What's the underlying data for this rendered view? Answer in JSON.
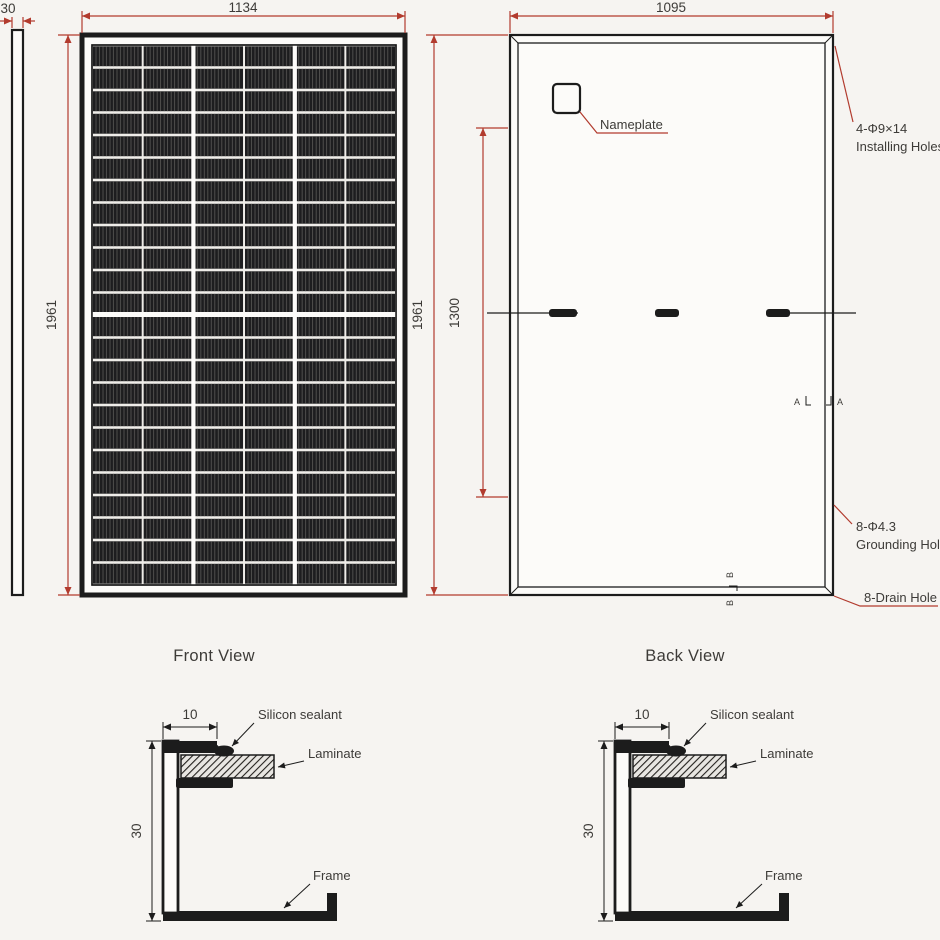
{
  "colors": {
    "bg": "#f6f4f1",
    "line": "#1c1c1c",
    "dimension": "#b23b2e",
    "text": "#3d3b38"
  },
  "side_view": {
    "thickness_dim": "30"
  },
  "front_view": {
    "label": "Front View",
    "width_dim": "1134",
    "height_dim": "1961"
  },
  "back_view": {
    "label": "Back View",
    "width_dim": "1095",
    "height_dim": "1961",
    "hole_spacing_dim": "1300",
    "nameplate_label": "Nameplate",
    "installing_holes": {
      "spec": "4-Φ9×14",
      "label": "Installing Holes"
    },
    "grounding_hole": {
      "spec": "8-Φ4.3",
      "label": "Grounding Hole"
    },
    "drain_hole_label": "8-Drain Hole",
    "section_a": "A",
    "section_b": "B"
  },
  "cross_sections": [
    {
      "top_dim": "10",
      "height_dim": "30",
      "sealant_label": "Silicon sealant",
      "laminate_label": "Laminate",
      "frame_label": "Frame"
    },
    {
      "top_dim": "10",
      "height_dim": "30",
      "sealant_label": "Silicon sealant",
      "laminate_label": "Laminate",
      "frame_label": "Frame"
    }
  ]
}
